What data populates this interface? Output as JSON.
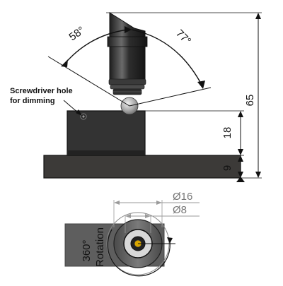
{
  "labels": {
    "angle_left": "58°",
    "angle_right": "77°",
    "screwdriver_line1": "Screwdriver hole",
    "screwdriver_line2": "for dimming",
    "dim_total_height": "65",
    "dim_mount_height": "18",
    "dim_plate_thickness": "9",
    "dia_outer": "Ø16",
    "dia_inner": "Ø8",
    "rotation_line1": "360°",
    "rotation_line2": "Rotation"
  },
  "colors": {
    "line": "#111111",
    "block_dark": "#2e2e2e",
    "block_face": "#3a3a3a",
    "plate": "#3c3a38",
    "head_dark": "#2a2a2a",
    "head_mid": "#555555",
    "ball": "#b8b8b8",
    "bottom_body": "#5a5a5a",
    "light_line": "#9a9a9a",
    "led_core": "#d9a600"
  }
}
